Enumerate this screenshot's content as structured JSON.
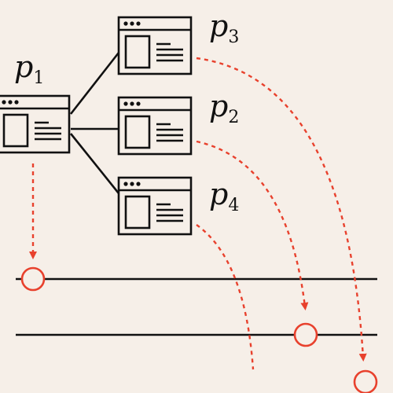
{
  "pages": [
    {
      "id": "p1",
      "letter": "p",
      "sub": "1"
    },
    {
      "id": "p3",
      "letter": "p",
      "sub": "3"
    },
    {
      "id": "p2",
      "letter": "p",
      "sub": "2"
    },
    {
      "id": "p4",
      "letter": "p",
      "sub": "4"
    }
  ],
  "colors": {
    "background": "#f6efe8",
    "stroke": "#111111",
    "arrow": "#e8412d"
  },
  "icons": {
    "page": "web-page-icon"
  }
}
